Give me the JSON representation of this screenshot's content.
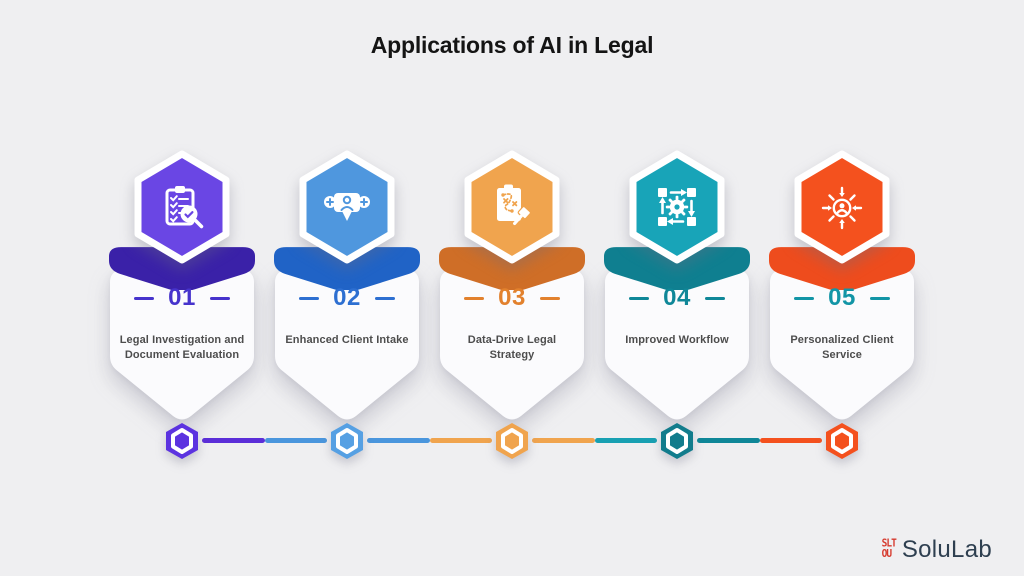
{
  "title": "Applications of AI in Legal",
  "background_color": "#efeff1",
  "card_color": "#fbfbfd",
  "label_color": "#4d4d4d",
  "items": [
    {
      "number": "01",
      "label": "Legal Investigation and Document Evaluation",
      "icon": "clipboard-magnifier-icon",
      "hex_color": "#6a46e4",
      "wing_color": "#3a21a8",
      "number_color": "#4633cc",
      "node_color": "#5c33e0"
    },
    {
      "number": "02",
      "label": "Enhanced Client Intake",
      "icon": "client-intake-icon",
      "hex_color": "#4f97de",
      "wing_color": "#2063c6",
      "number_color": "#2d6fd1",
      "node_color": "#56a0e3"
    },
    {
      "number": "03",
      "label": "Data-Drive Legal Strategy",
      "icon": "strategy-gavel-icon",
      "hex_color": "#f0a44e",
      "wing_color": "#cf6e27",
      "number_color": "#e2812d",
      "node_color": "#f0a44e"
    },
    {
      "number": "04",
      "label": "Improved Workflow",
      "icon": "workflow-gear-icon",
      "hex_color": "#18a4b8",
      "wing_color": "#0f7f90",
      "number_color": "#0f8798",
      "node_color": "#127c8c"
    },
    {
      "number": "05",
      "label": "Personalized Client Service",
      "icon": "personalized-service-icon",
      "hex_color": "#f4511e",
      "wing_color": "#ee4c1d",
      "number_color": "#1295a6",
      "node_color": "#f4511e"
    }
  ],
  "connectors": [
    [
      "#5b2ed8",
      "#4a96dd"
    ],
    [
      "#4a96dd",
      "#f0a44e"
    ],
    [
      "#f0a44e",
      "#18a0b2"
    ],
    [
      "#0f8798",
      "#f4511e"
    ]
  ],
  "logo": {
    "brand": "SoluLab",
    "mark_line1": "SLT",
    "mark_line2": "OU",
    "mark_color": "#d63a2e",
    "text_color": "#2e3f50"
  }
}
